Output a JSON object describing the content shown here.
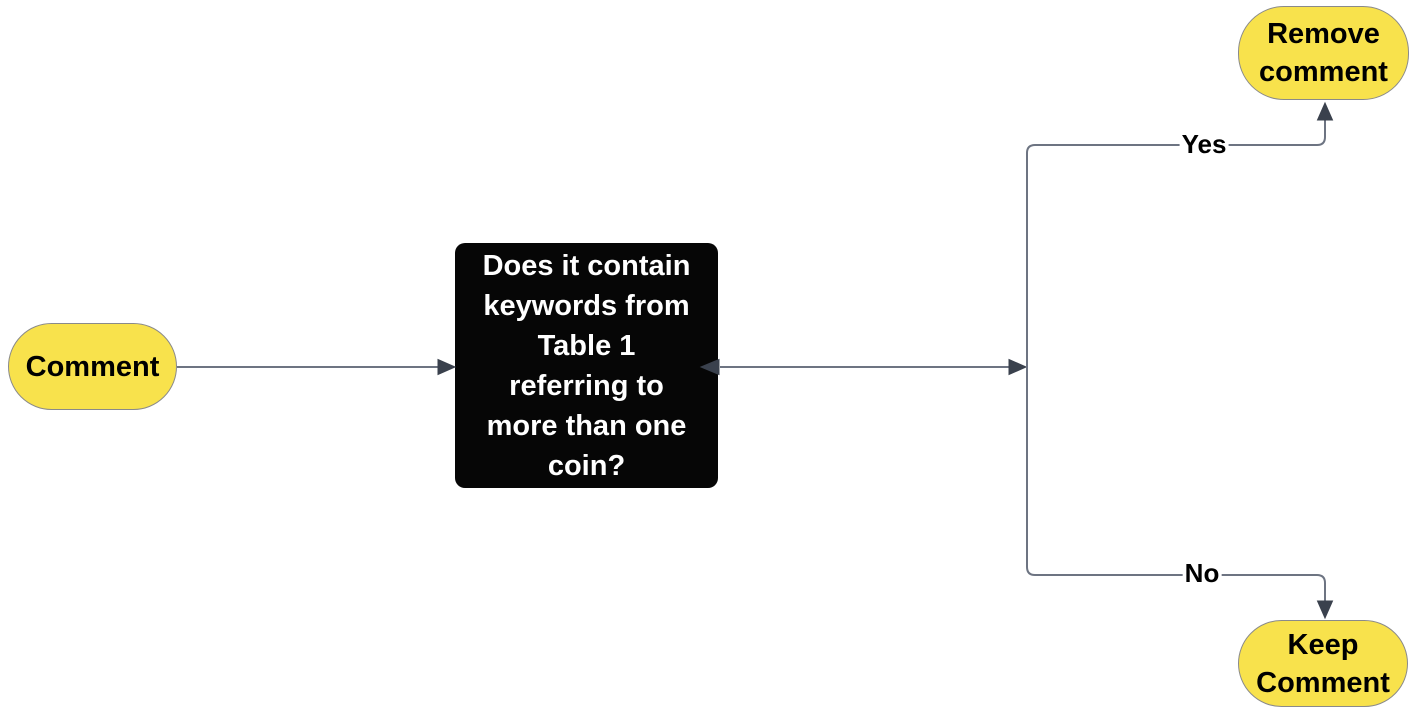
{
  "diagram": {
    "colors": {
      "canvas_bg": "#ffffff",
      "terminal_fill": "#f8e24c",
      "terminal_border": "#8a8a8a",
      "decision_fill": "#060606",
      "decision_text": "#ffffff",
      "edge": "#6d7482",
      "arrowhead": "#3a414d",
      "label_text": "#000000"
    },
    "nodes": {
      "comment": {
        "label": "Comment"
      },
      "decision": {
        "label_lines": {
          "0": "Does it contain",
          "1": "keywords from",
          "2": "Table 1",
          "3": "referring to",
          "4": "more than one",
          "5": "coin?"
        }
      },
      "remove": {
        "label_lines": {
          "0": "Remove",
          "1": "comment"
        }
      },
      "keep": {
        "label_lines": {
          "0": "Keep",
          "1": "Comment"
        }
      }
    },
    "edge_labels": {
      "yes": "Yes",
      "no": "No"
    }
  }
}
